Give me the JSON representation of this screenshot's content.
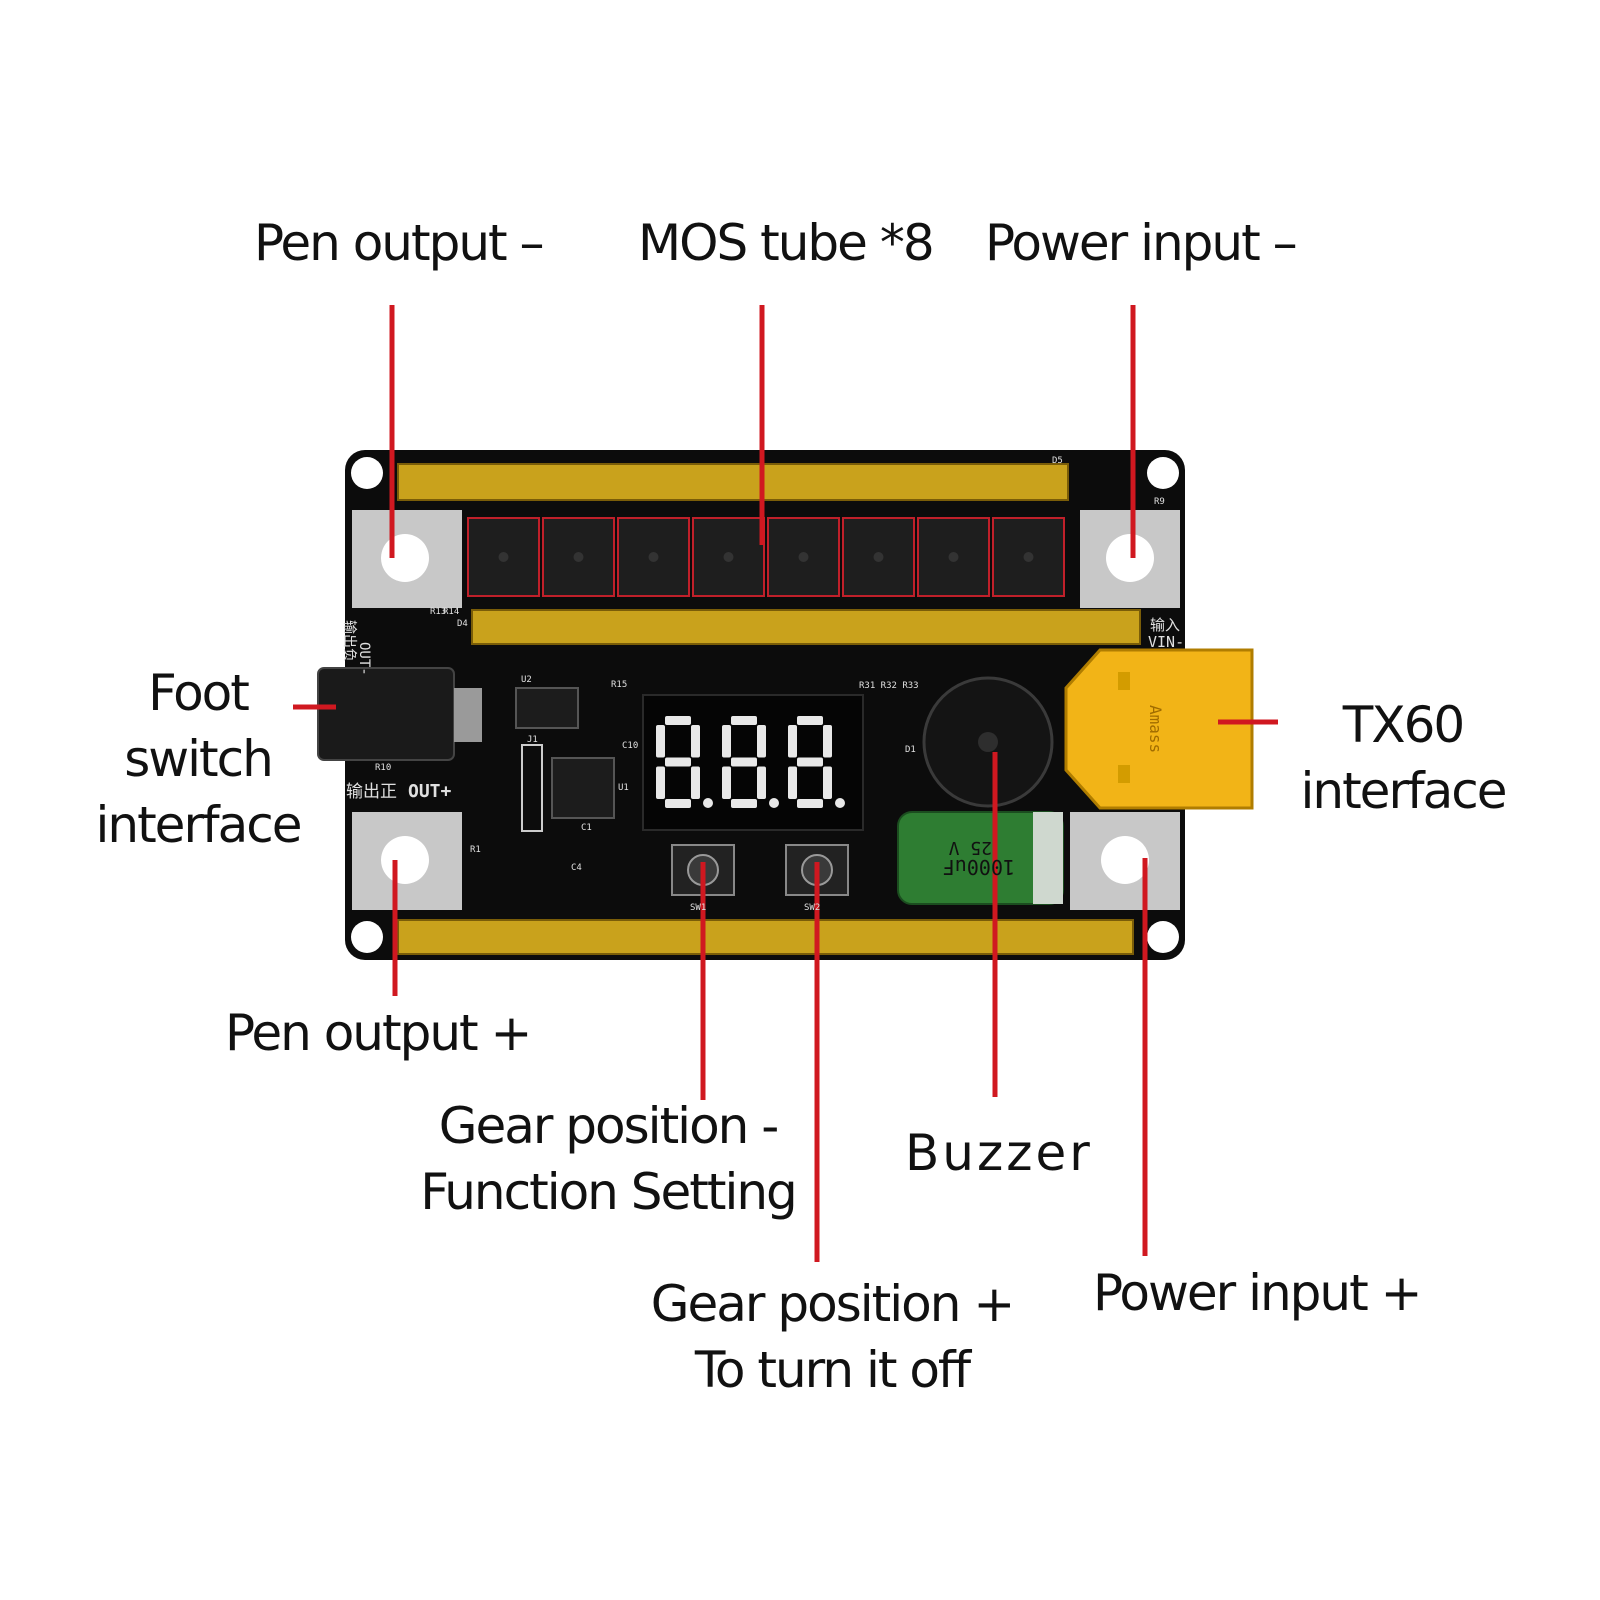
{
  "labels": {
    "pen_output_minus": "Pen output  –",
    "mos_tube": "MOS tube *8",
    "power_input_minus": "Power input  –",
    "foot_switch": [
      "Foot",
      "switch",
      "interface"
    ],
    "tx60": [
      "TX60",
      "interface"
    ],
    "pen_output_plus": "Pen output +",
    "gear_minus": [
      "Gear position -",
      "Function Setting"
    ],
    "buzzer": "Buzzer",
    "gear_plus": [
      "Gear position +",
      "To turn it off"
    ],
    "power_input_plus": "Power input +"
  },
  "board": {
    "display_digits": "8.8.8.",
    "silkscreen": {
      "out_minus": "OUT-",
      "out_plus": "OUT+",
      "out_plus_cn": "输出正",
      "out_minus_cn": "输出负",
      "vin_minus": "VIN-",
      "vin_cn": "输入",
      "sw1": "SW1",
      "sw2": "SW2",
      "u2": "U2",
      "u1": "U1",
      "r15": "R15",
      "r10": "R10",
      "c10": "C10",
      "c1": "C1",
      "c4": "C4",
      "d4": "D4",
      "d5": "D5",
      "r9": "R9",
      "d1": "D1",
      "r31_33": "R31 R32 R33",
      "r1": "R1",
      "r13": "R13",
      "r14": "R14",
      "j1": "J1"
    },
    "capacitor": [
      "25 V",
      "1000uF"
    ],
    "connector_brand": "Amass"
  },
  "colors": {
    "pointer": "#d01820",
    "pcb": "#0c0c0c",
    "gold": "#c9a21c",
    "pad": "#c8c8c8",
    "xt60": "#f2b417",
    "capacitor": "#2e7d32",
    "segment": "#e8e8e8"
  }
}
